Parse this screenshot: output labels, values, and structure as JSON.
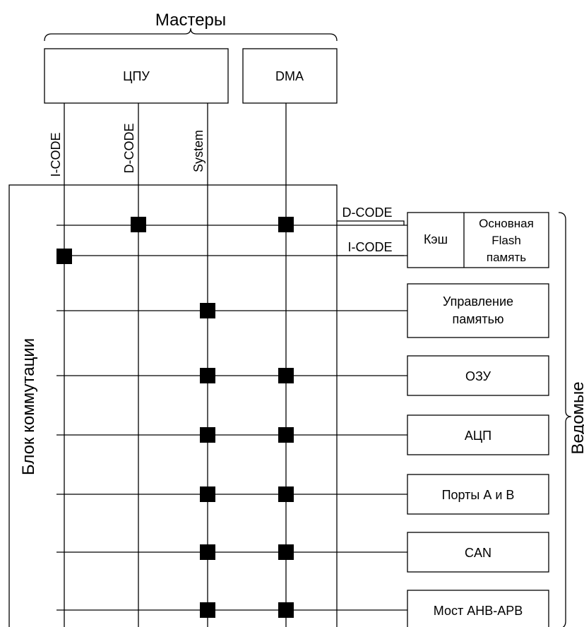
{
  "masters_label": "Мастеры",
  "slaves_label": "Ведомые",
  "matrix_label": "Блок коммутации",
  "masters": {
    "cpu": "ЦПУ",
    "dma": "DMA"
  },
  "buses": {
    "icode": "I-CODE",
    "dcode": "D-CODE",
    "system": "System"
  },
  "flash_links": {
    "dcode": "D-CODE",
    "icode": "I-CODE"
  },
  "flash_group": {
    "cache": "Кэш",
    "flash_line1": "Основная",
    "flash_line2": "Flash",
    "flash_line3": "память"
  },
  "slaves": {
    "memctl_line1": "Управление",
    "memctl_line2": "памятью",
    "ram": "ОЗУ",
    "adc": "АЦП",
    "ports": "Порты А и В",
    "can": "CAN",
    "bridge": "Мост AHB-APB"
  }
}
